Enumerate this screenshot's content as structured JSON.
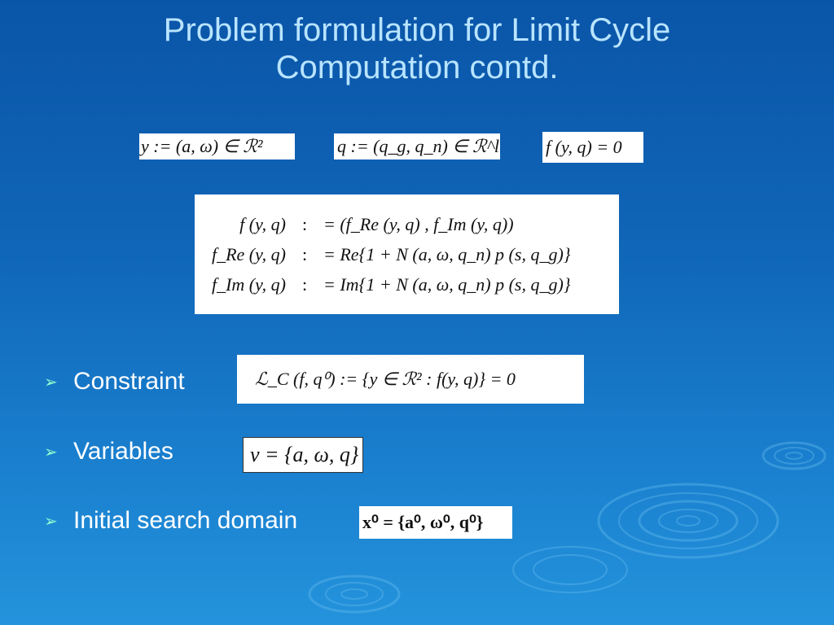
{
  "slide": {
    "title_line1": "Problem formulation for Limit Cycle",
    "title_line2": "Computation contd."
  },
  "formulas": {
    "y_def": "y := (a, ω) ∈ ℛ²",
    "q_def": "q := (q_g, q_n) ∈ ℛ^l",
    "f_eq": "f (y, q) = 0",
    "system": [
      {
        "lhs": "f (y, q)",
        "op": ":",
        "rhs": "= (f_Re (y, q) ,  f_Im (y, q))"
      },
      {
        "lhs": "f_Re (y, q)",
        "op": ":",
        "rhs": "= Re{1 + N (a, ω, q_n) p (s, q_g)}"
      },
      {
        "lhs": "f_Im (y, q)",
        "op": ":",
        "rhs": "= Im{1 + N (a, ω, q_n) p (s, q_g)}"
      }
    ],
    "constraint": "ℒ_C (f, q⁰) := {y ∈ ℛ² : f(y, q)} = 0",
    "variables": "v = {a, ω, q}",
    "initial": "x⁰ = {a⁰, ω⁰, q⁰}"
  },
  "bullets": {
    "marker_icon": "arrow-bullet-icon",
    "constraint_label": "Constraint",
    "variables_label": "Variables",
    "initial_label": "Initial search domain"
  },
  "colors": {
    "background_top": "#0a55a8",
    "background_bottom": "#2493dc",
    "title": "#b8e4ff",
    "bullet_marker": "#8fffd0",
    "text": "#ffffff"
  }
}
